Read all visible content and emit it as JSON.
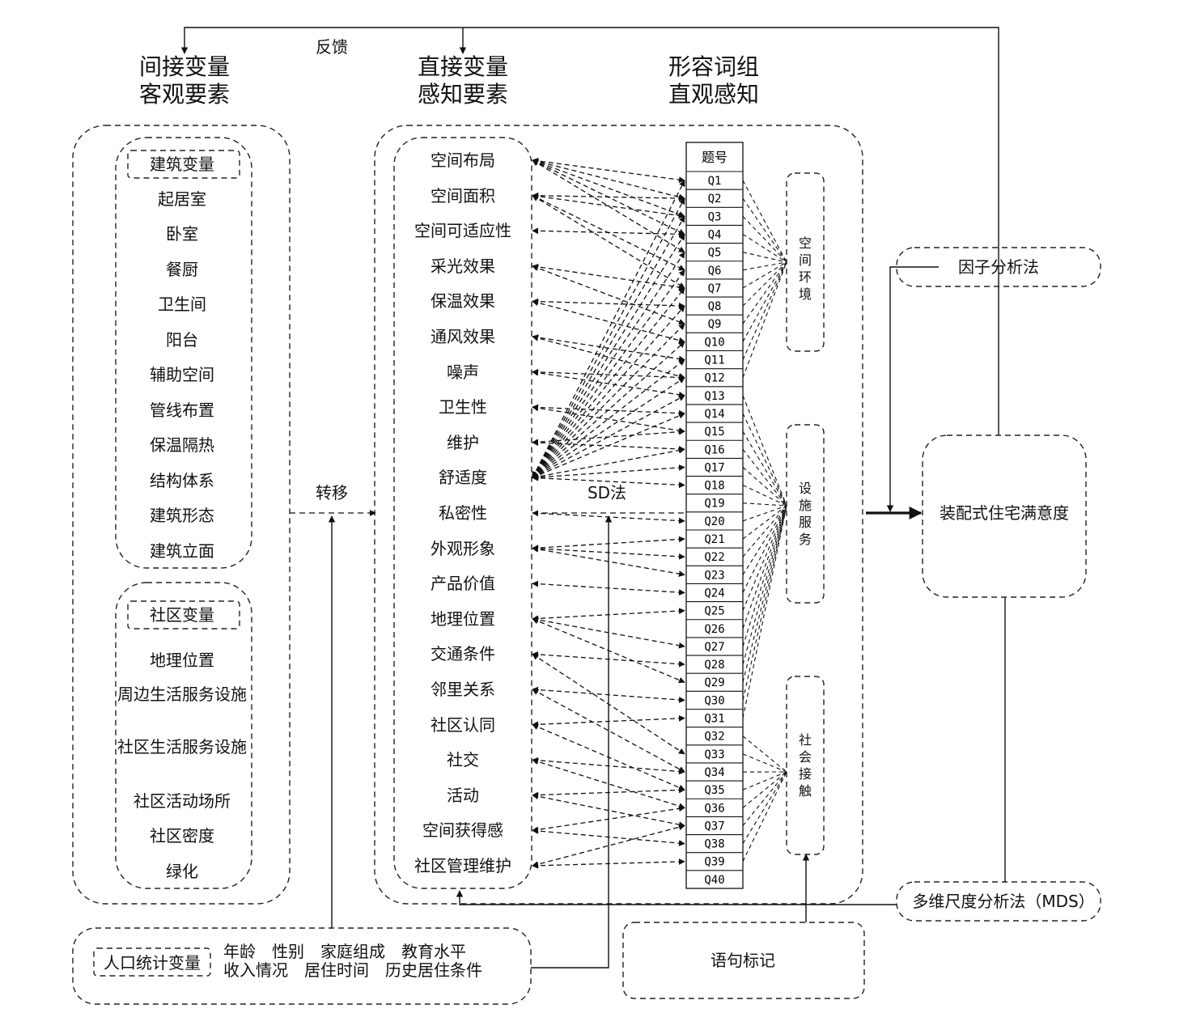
{
  "headings": {
    "indirect": [
      "间接变量",
      "客观要素"
    ],
    "direct": [
      "直接变量",
      "感知要素"
    ],
    "adjective": [
      "形容词组",
      "直观感知"
    ]
  },
  "labels": {
    "feedback": "反馈",
    "transfer": "转移",
    "sd_method": "SD法",
    "factor_analysis": "因子分析法",
    "mds": "多维尺度分析法（MDS）",
    "satisfaction": "装配式住宅满意度",
    "sentence_marking": "语句标记"
  },
  "building_group": {
    "title": "建筑变量",
    "items": [
      "起居室",
      "卧室",
      "餐厨",
      "卫生间",
      "阳台",
      "辅助空间",
      "管线布置",
      "保温隔热",
      "结构体系",
      "建筑形态",
      "建筑立面"
    ]
  },
  "community_group": {
    "title": "社区变量",
    "items": [
      "地理位置",
      "周边生活服务设施",
      "社区生活服务设施",
      "社区活动场所",
      "社区密度",
      "绿化"
    ]
  },
  "perception_items": [
    "空间布局",
    "空间面积",
    "空间可适应性",
    "采光效果",
    "保温效果",
    "通风效果",
    "噪声",
    "卫生性",
    "维护",
    "舒适度",
    "私密性",
    "外观形象",
    "产品价值",
    "地理位置",
    "交通条件",
    "邻里关系",
    "社区认同",
    "社交",
    "活动",
    "空间获得感",
    "社区管理维护"
  ],
  "question_table": {
    "header": "题号",
    "questions": [
      "Q1",
      "Q2",
      "Q3",
      "Q4",
      "Q5",
      "Q6",
      "Q7",
      "Q8",
      "Q9",
      "Q10",
      "Q11",
      "Q12",
      "Q13",
      "Q14",
      "Q15",
      "Q16",
      "Q17",
      "Q18",
      "Q19",
      "Q20",
      "Q21",
      "Q22",
      "Q23",
      "Q24",
      "Q25",
      "Q26",
      "Q27",
      "Q28",
      "Q29",
      "Q30",
      "Q31",
      "Q32",
      "Q33",
      "Q34",
      "Q35",
      "Q36",
      "Q37",
      "Q38",
      "Q39",
      "Q40"
    ]
  },
  "categories": [
    "空间环境",
    "设施服务",
    "社会接触"
  ],
  "demographics": {
    "title": "人口统计变量",
    "line1": "年龄　性别　家庭组成　教育水平",
    "line2": "收入情况　居住时间　历史居住条件"
  },
  "links": {
    "perception_to_question": [
      [
        0,
        0
      ],
      [
        0,
        1
      ],
      [
        0,
        2
      ],
      [
        0,
        3
      ],
      [
        0,
        4
      ],
      [
        1,
        1
      ],
      [
        1,
        2
      ],
      [
        1,
        5
      ],
      [
        1,
        6
      ],
      [
        2,
        3
      ],
      [
        3,
        6
      ],
      [
        3,
        8
      ],
      [
        4,
        7
      ],
      [
        4,
        9
      ],
      [
        5,
        10
      ],
      [
        5,
        11
      ],
      [
        6,
        11
      ],
      [
        6,
        12
      ],
      [
        7,
        13
      ],
      [
        7,
        14
      ],
      [
        8,
        14
      ],
      [
        8,
        15
      ],
      [
        9,
        0
      ],
      [
        9,
        1
      ],
      [
        9,
        2
      ],
      [
        9,
        3
      ],
      [
        9,
        4
      ],
      [
        9,
        5
      ],
      [
        9,
        6
      ],
      [
        9,
        7
      ],
      [
        9,
        8
      ],
      [
        9,
        9
      ],
      [
        9,
        10
      ],
      [
        9,
        11
      ],
      [
        9,
        12
      ],
      [
        9,
        13
      ],
      [
        9,
        15
      ],
      [
        9,
        16
      ],
      [
        9,
        17
      ],
      [
        10,
        19
      ],
      [
        11,
        20
      ],
      [
        11,
        21
      ],
      [
        11,
        22
      ],
      [
        12,
        23
      ],
      [
        13,
        24
      ],
      [
        13,
        26
      ],
      [
        13,
        28
      ],
      [
        14,
        27
      ],
      [
        14,
        32
      ],
      [
        15,
        29
      ],
      [
        15,
        33
      ],
      [
        16,
        30
      ],
      [
        16,
        34
      ],
      [
        17,
        33
      ],
      [
        17,
        35
      ],
      [
        18,
        34
      ],
      [
        18,
        36
      ],
      [
        19,
        35
      ],
      [
        19,
        37
      ],
      [
        20,
        36
      ],
      [
        20,
        38
      ]
    ],
    "question_to_category": [
      [
        0,
        0
      ],
      [
        1,
        0
      ],
      [
        2,
        0
      ],
      [
        3,
        0
      ],
      [
        4,
        0
      ],
      [
        5,
        0
      ],
      [
        6,
        0
      ],
      [
        7,
        0
      ],
      [
        8,
        0
      ],
      [
        9,
        0
      ],
      [
        10,
        0
      ],
      [
        11,
        0
      ],
      [
        12,
        1
      ],
      [
        13,
        1
      ],
      [
        14,
        1
      ],
      [
        15,
        1
      ],
      [
        16,
        1
      ],
      [
        17,
        1
      ],
      [
        18,
        1
      ],
      [
        19,
        1
      ],
      [
        20,
        1
      ],
      [
        21,
        1
      ],
      [
        22,
        1
      ],
      [
        23,
        1
      ],
      [
        24,
        1
      ],
      [
        25,
        1
      ],
      [
        26,
        1
      ],
      [
        27,
        1
      ],
      [
        28,
        1
      ],
      [
        29,
        1
      ],
      [
        30,
        1
      ],
      [
        31,
        2
      ],
      [
        32,
        2
      ],
      [
        33,
        2
      ],
      [
        34,
        2
      ],
      [
        35,
        2
      ],
      [
        36,
        2
      ],
      [
        37,
        2
      ],
      [
        38,
        2
      ]
    ]
  }
}
